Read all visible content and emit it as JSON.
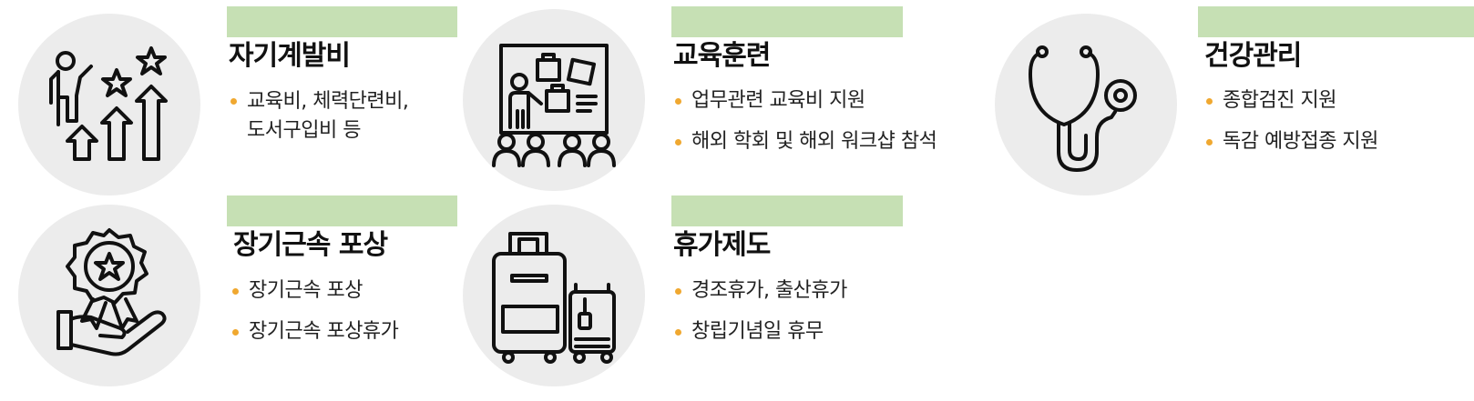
{
  "accent_colors": {
    "bar": "#c6e0b4",
    "bullet": "#f0a830",
    "circle": "#ececec"
  },
  "cards": [
    {
      "icon": "growth-stars-icon",
      "title": "자기계발비",
      "items": [
        "교육비, 체력단련비,",
        "도서구입비 등"
      ]
    },
    {
      "icon": "presentation-board-icon",
      "title": "교육훈련",
      "items": [
        "업무관련 교육비 지원",
        "해외 학회 및 해외 워크샵 참석"
      ]
    },
    {
      "icon": "stethoscope-icon",
      "title": "건강관리",
      "items": [
        "종합검진 지원",
        "독감 예방접종 지원"
      ]
    },
    {
      "icon": "award-hand-icon",
      "title": "장기근속 포상",
      "items": [
        "장기근속 포상",
        "장기근속 포상휴가"
      ]
    },
    {
      "icon": "luggage-icon",
      "title": "휴가제도",
      "items": [
        "경조휴가, 출산휴가",
        "창립기념일 휴무"
      ]
    }
  ]
}
